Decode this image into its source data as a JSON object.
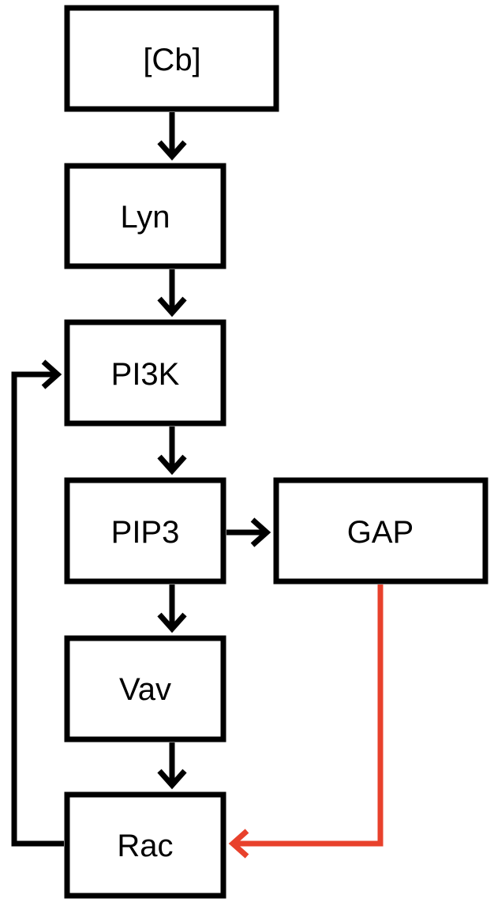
{
  "nodes": {
    "cb": "[Cb]",
    "lyn": "Lyn",
    "pi3k": "PI3K",
    "pip3": "PIP3",
    "gap": "GAP",
    "vav": "Vav",
    "rac": "Rac"
  },
  "colors": {
    "node_border": "#000000",
    "edge_activation": "#000000",
    "edge_inhibition": "#e8412c"
  }
}
